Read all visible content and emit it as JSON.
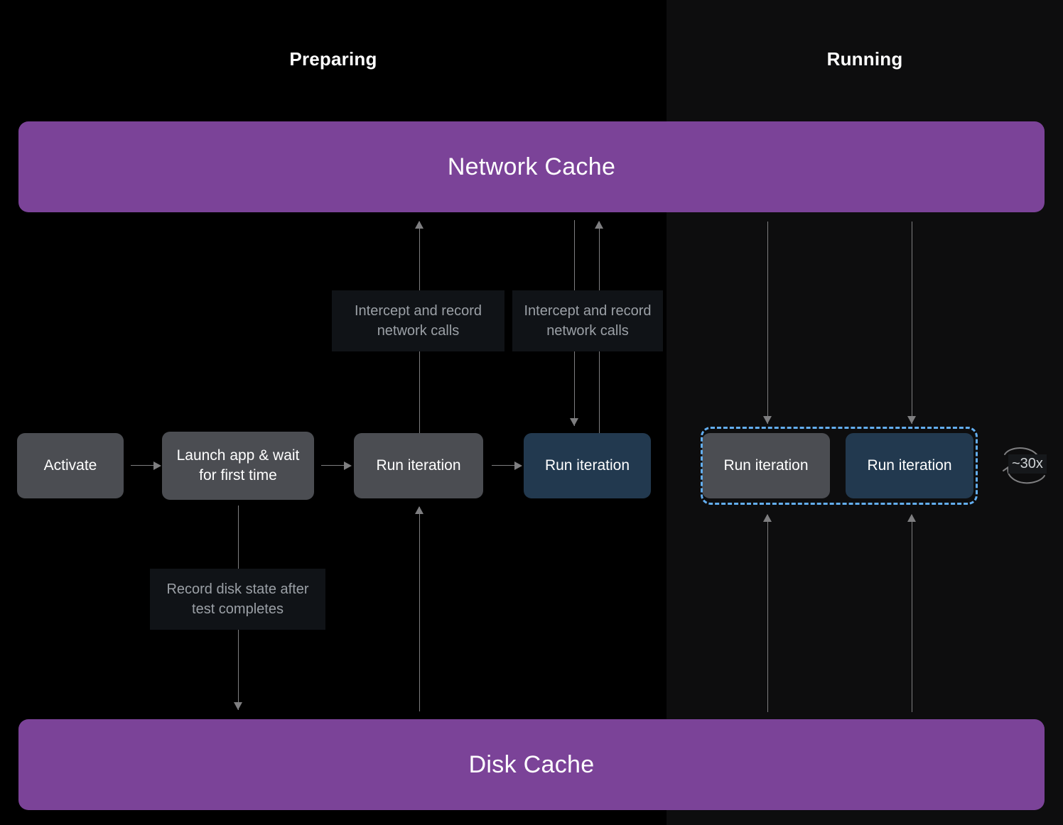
{
  "phases": [
    {
      "id": "preparing",
      "label": "Preparing"
    },
    {
      "id": "running",
      "label": "Running"
    }
  ],
  "caches": {
    "network": {
      "label": "Network Cache",
      "color": "#7b4398"
    },
    "disk": {
      "label": "Disk Cache",
      "color": "#7b4398"
    }
  },
  "nodes": [
    {
      "id": "activate",
      "label": "Activate",
      "phase": "preparing",
      "style": "gray"
    },
    {
      "id": "launch",
      "label": "Launch app & wait for first time",
      "phase": "preparing",
      "style": "gray"
    },
    {
      "id": "run-prep-1",
      "label": "Run iteration",
      "phase": "preparing",
      "style": "gray"
    },
    {
      "id": "run-prep-2",
      "label": "Run iteration",
      "phase": "preparing",
      "style": "blue"
    },
    {
      "id": "run-running-1",
      "label": "Run iteration",
      "phase": "running",
      "style": "gray"
    },
    {
      "id": "run-running-2",
      "label": "Run iteration",
      "phase": "running",
      "style": "blue"
    }
  ],
  "notes": [
    {
      "id": "intercept-1",
      "label": "Intercept and record network calls"
    },
    {
      "id": "intercept-2",
      "label": "Intercept and record network calls"
    },
    {
      "id": "disk-record",
      "label": "Record disk state after test completes"
    }
  ],
  "loop": {
    "repeat_label": "~30x",
    "outline_color": "#63aef0"
  },
  "colors": {
    "accent_purple": "#7b4398",
    "node_gray": "#4b4d52",
    "node_blue": "#22394f",
    "note_bg": "#101317",
    "note_text": "#9ba0a6",
    "connector": "#7e7e80",
    "panel_preparing_bg": "#000000",
    "panel_running_bg": "#0d0d0e"
  }
}
